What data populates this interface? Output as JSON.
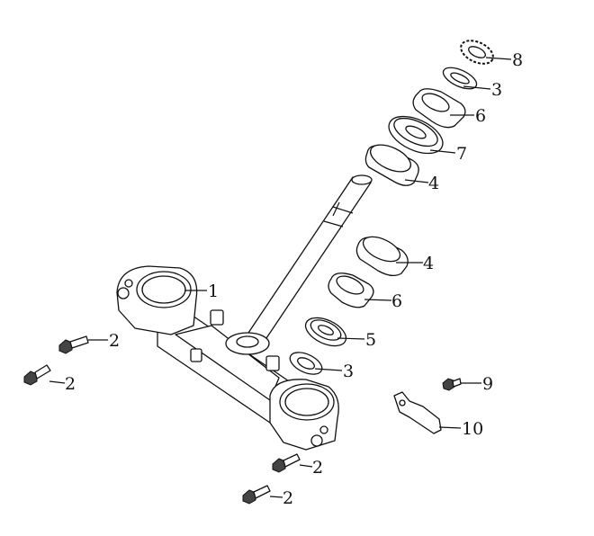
{
  "callouts": {
    "c1": "1",
    "c2a": "2",
    "c2b": "2",
    "c2c": "2",
    "c2d": "2",
    "c3a": "3",
    "c3b": "3",
    "c4a": "4",
    "c4b": "4",
    "c5": "5",
    "c6a": "6",
    "c6b": "6",
    "c7": "7",
    "c8": "8",
    "c9": "9",
    "c10": "10"
  }
}
